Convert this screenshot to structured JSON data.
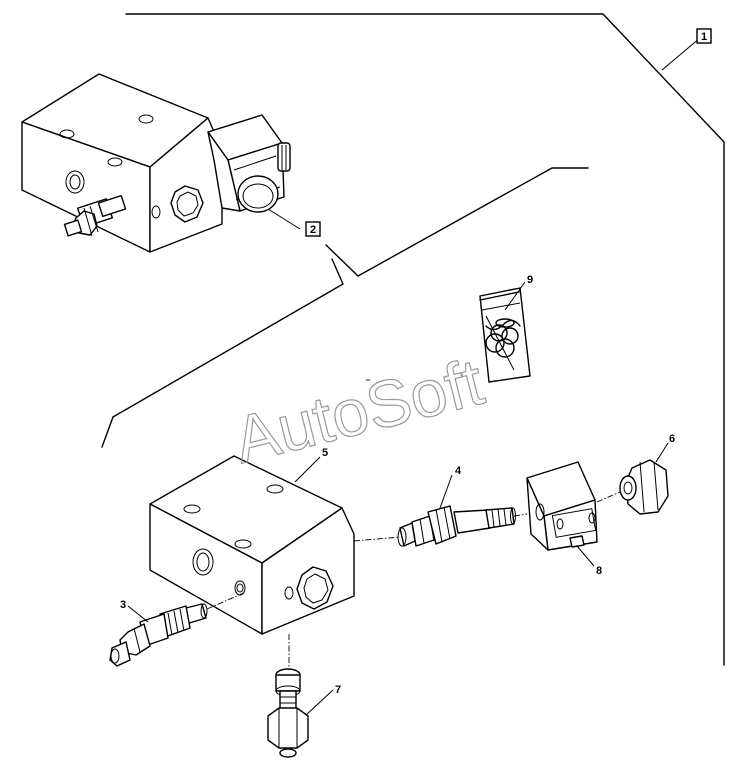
{
  "watermark": "AutoSoft",
  "assembly_labels": [
    {
      "id": "assembly-1",
      "text": "1"
    },
    {
      "id": "assembly-2",
      "text": "2"
    }
  ],
  "callouts": [
    {
      "id": "part-3",
      "text": "3"
    },
    {
      "id": "part-4",
      "text": "4"
    },
    {
      "id": "part-5",
      "text": "5"
    },
    {
      "id": "part-6",
      "text": "6"
    },
    {
      "id": "part-7",
      "text": "7"
    },
    {
      "id": "part-8",
      "text": "8"
    },
    {
      "id": "part-9",
      "text": "9"
    }
  ]
}
